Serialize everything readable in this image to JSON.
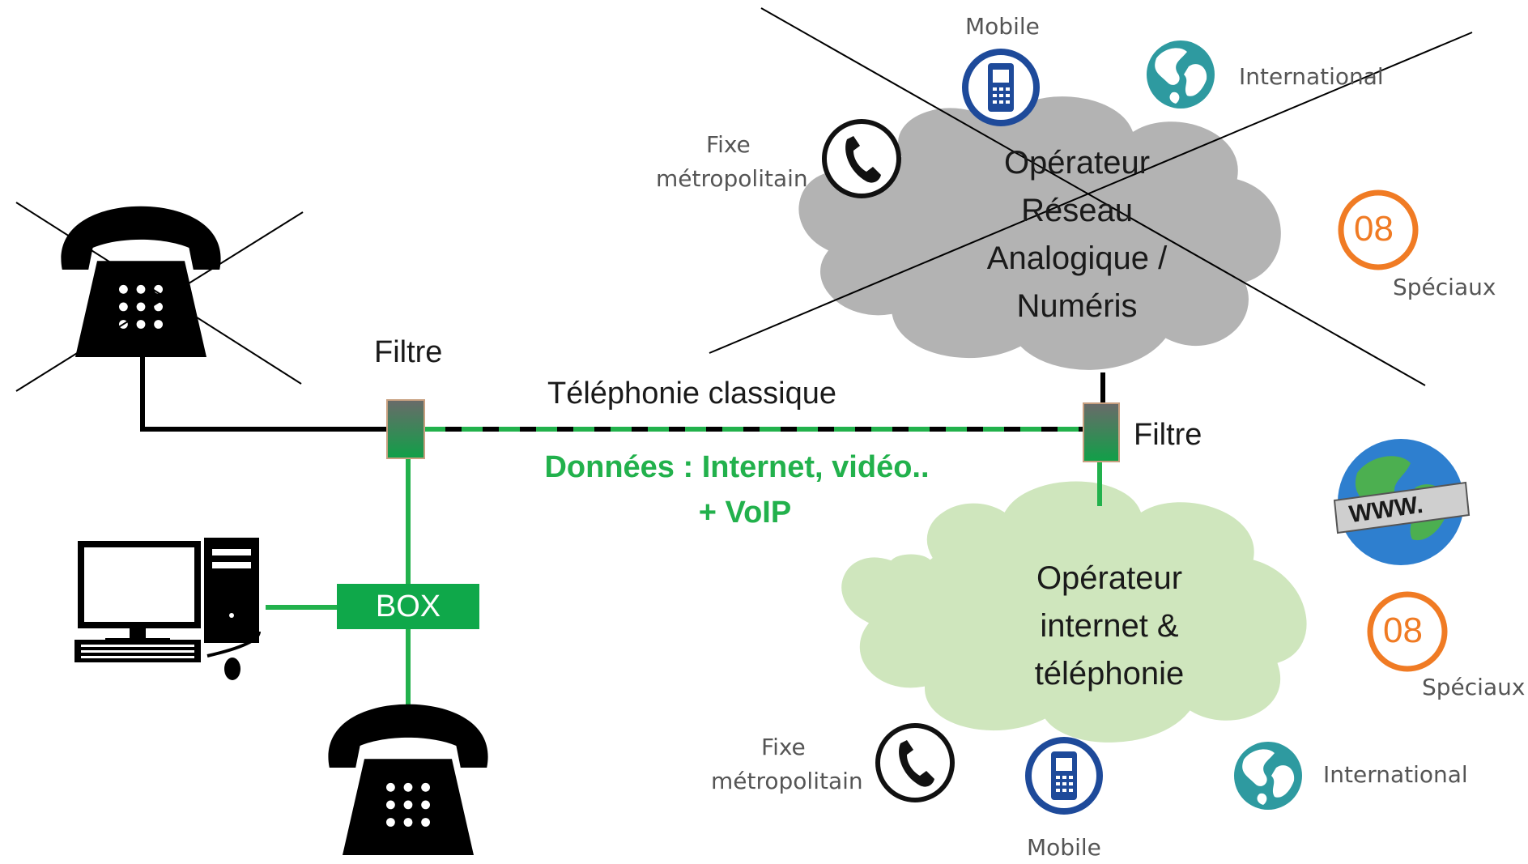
{
  "labels": {
    "filter_left": "Filtre",
    "filter_right": "Filtre",
    "classic_telephony": "Téléphonie classique",
    "data_line1": "Données : Internet, vidéo..",
    "data_line2": "+ VoIP",
    "box": "BOX"
  },
  "analog_cloud": {
    "lines": [
      "Opérateur",
      "Réseau",
      "Analogique /",
      "Numéris"
    ],
    "color": "#b3b3b3"
  },
  "internet_cloud": {
    "lines": [
      "Opérateur",
      "internet &",
      "téléphonie"
    ],
    "color": "#cfe6bd"
  },
  "services_top": {
    "mobile": "Mobile",
    "international": "International",
    "fixe_line1": "Fixe",
    "fixe_line2": "métropolitain",
    "special_number": "08",
    "special": "Spéciaux"
  },
  "services_bottom": {
    "www": "WWW.",
    "special_number": "08",
    "special": "Spéciaux",
    "fixe_line1": "Fixe",
    "fixe_line2": "métropolitain",
    "mobile": "Mobile",
    "international": "International"
  },
  "colors": {
    "green_line": "#22b14c",
    "black_line": "#000000",
    "box_fill": "#0fa84a",
    "orange": "#f07b24",
    "blue_ring": "#1e4a9a",
    "earth": "#2e9aa0"
  }
}
